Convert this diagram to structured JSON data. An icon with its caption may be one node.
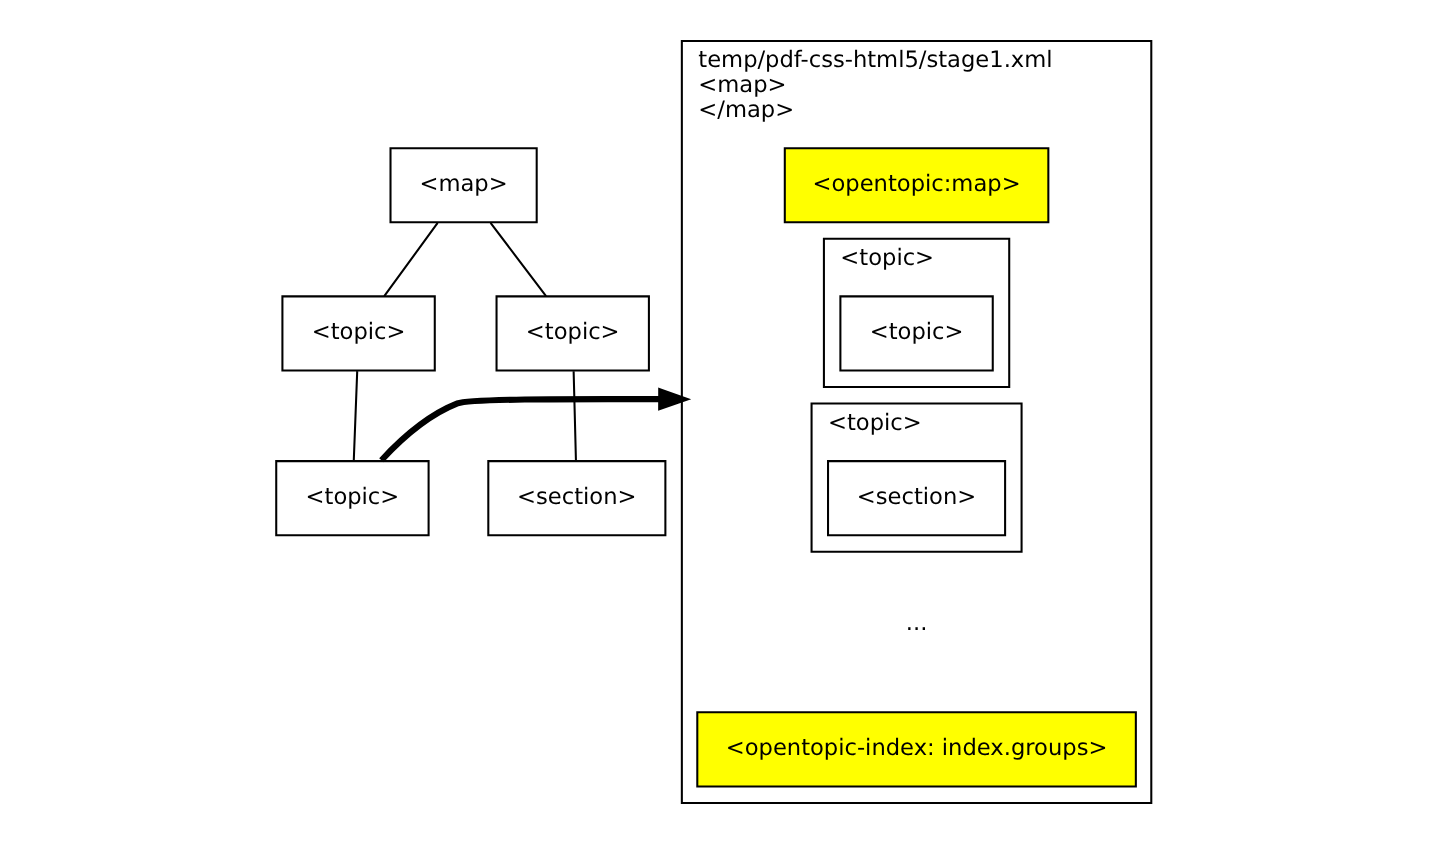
{
  "diagram": {
    "nodes": [
      {
        "text": [
          "<map>"
        ]
      },
      {
        "text": [
          "<topic>"
        ]
      },
      {
        "text": [
          "<topic>"
        ]
      },
      {
        "text": [
          "<topic>"
        ]
      },
      {
        "text": [
          "<section>"
        ]
      },
      {
        "text": [
          "temp/pdf-css-html5/stage1.xml",
          "<map>",
          "</map>"
        ]
      },
      {
        "text": [
          "<opentopic:map>"
        ],
        "in": 5
      },
      {
        "text": [
          "<topic>"
        ],
        "in": 5
      },
      {
        "text": [
          "<topic>"
        ],
        "in": 7
      },
      {
        "text": [
          "<topic>"
        ],
        "in": 5
      },
      {
        "text": [
          "<section>"
        ],
        "in": 9
      },
      {
        "text": [
          "<opentopic-index: index.groups>"
        ],
        "in": 5
      }
    ],
    "edges": [
      {
        "from": 0,
        "to": 1,
        "arrow": "none"
      },
      {
        "from": 1,
        "to": 2,
        "arrow": "none"
      },
      {
        "from": 0,
        "to": 3,
        "arrow": "none"
      },
      {
        "from": 3,
        "to": 4,
        "arrow": "none"
      },
      {
        "from": 2,
        "to": 5,
        "arrow": "to",
        "style": "thick"
      }
    ],
    "labels": [
      "..."
    ]
  }
}
